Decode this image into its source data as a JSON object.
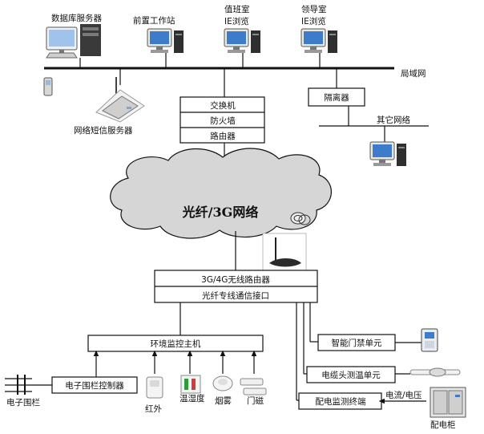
{
  "top_nodes": {
    "database_server": "数据库服务器",
    "front_workstation": "前置工作站",
    "duty_room": [
      "值班室",
      "IE浏览"
    ],
    "leader_room": [
      "领导室",
      "IE浏览"
    ]
  },
  "lan_label": "局域网",
  "sms_server": "网络短信服务器",
  "gateway_stack": [
    "交换机",
    "防火墙",
    "路由器"
  ],
  "isolator": "隔离器",
  "other_network": "其它网络",
  "cloud_label": "光纤/3G网络",
  "router_stack": [
    "3G/4G无线路由器",
    "光纤专线通信接口"
  ],
  "env_host": "环境监控主机",
  "right_units": {
    "access_control": "智能门禁单元",
    "cable_temp": "电缆头测温单元",
    "distribution_monitor": "配电监测终端",
    "current_voltage": "电流/电压",
    "cabinet": "配电柜"
  },
  "fence": {
    "controller": "电子围栏控制器",
    "fence_label": "电子围栏"
  },
  "sensors": [
    "红外",
    "温湿度",
    "烟雾",
    "门磁"
  ],
  "colors": {
    "line": "#111111",
    "cloud_fill": "#d6d6d6",
    "screen_blue": "#3d7cc9"
  }
}
